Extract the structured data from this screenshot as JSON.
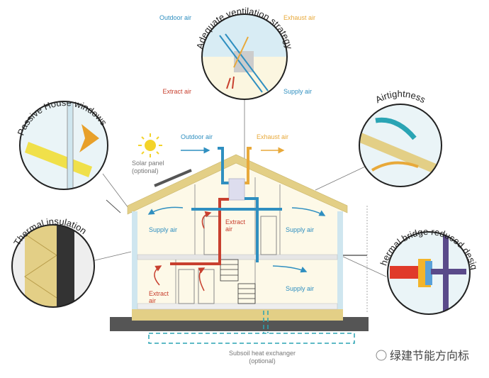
{
  "callouts": {
    "ventilation": "Adequate ventilation strategy",
    "windows": "Passive House windows",
    "insulation": "Thermal insulation",
    "airtightness": "Airtightness",
    "thermal_bridge": "Thermal bridge reduced design"
  },
  "legend": {
    "outdoor_air": "Outdoor air",
    "exhaust_air": "Exhaust air",
    "extract_air": "Extract air",
    "supply_air": "Supply air"
  },
  "house": {
    "outdoor_air": "Outdoor air",
    "exhaust_air": "Exhaust air",
    "solar_panel": "Solar panel",
    "solar_optional": "(optional)",
    "supply_air_upper_left": "Supply air",
    "supply_air_upper_right": "Supply air",
    "supply_air_lower": "Supply air",
    "extract_upper_1": "Extract",
    "extract_upper_2": "air",
    "extract_lower_1": "Extract",
    "extract_lower_2": "air",
    "subsoil": "Subsoil heat exchanger",
    "subsoil_optional": "(optional)"
  },
  "watermark": "绿建节能方向标",
  "colors": {
    "supply": "#2f8fc0",
    "extract": "#c8402f",
    "exhaust": "#e8a93a",
    "insulation": "#e3cf86",
    "interior": "#fdf9e8"
  }
}
